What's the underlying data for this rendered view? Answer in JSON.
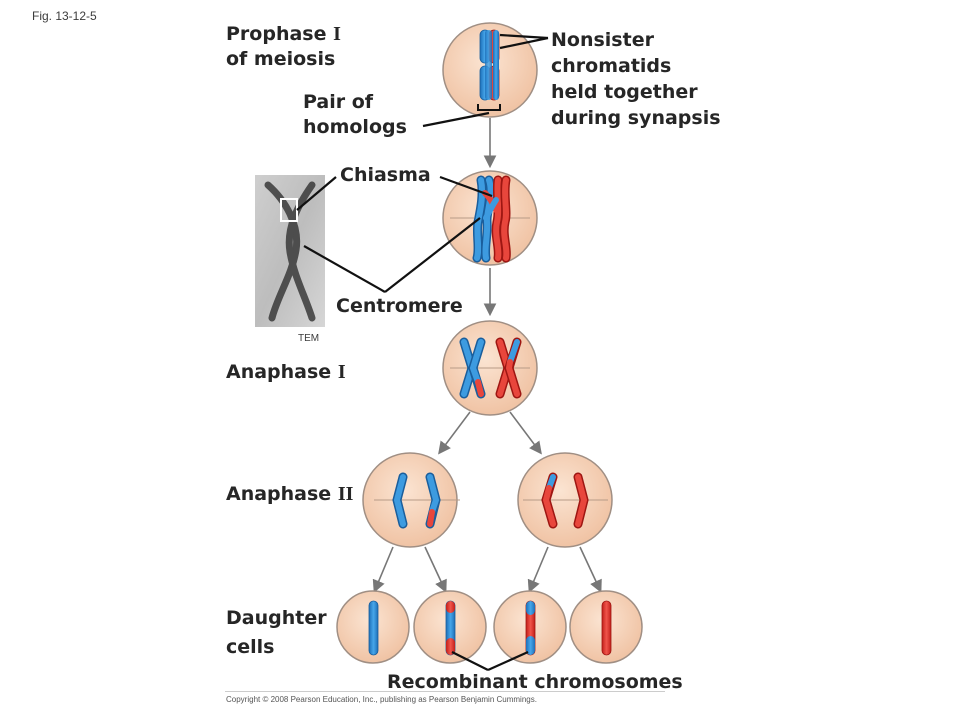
{
  "figure_label": "Fig. 13-12-5",
  "labels": {
    "prophase_text": "Prophase ",
    "prophase_roman": "I",
    "prophase_line2": "of meiosis",
    "pair_line1": "Pair of",
    "pair_line2": "homologs",
    "nonsister_line1": "Nonsister",
    "nonsister_line2": "chromatids",
    "nonsister_line3": "held together",
    "nonsister_line4": "during synapsis",
    "chiasma": "Chiasma",
    "centromere": "Centromere",
    "tem": "TEM",
    "anaphase1_text": "Anaphase ",
    "anaphase1_roman": "I",
    "anaphase2_text": "Anaphase ",
    "anaphase2_roman": "II",
    "daughter_line1": "Daughter",
    "daughter_line2": "cells",
    "recombinant": "Recombinant chromosomes"
  },
  "copyright": "Copyright © 2008 Pearson Education, Inc., publishing as Pearson Benjamin Cummings.",
  "colors": {
    "cell_fill": "#f6d3b8",
    "cell_stroke": "#a08f84",
    "blue_chromosome": "#2f8fd6",
    "red_chromosome": "#e33b31",
    "arrow": "#777777"
  }
}
